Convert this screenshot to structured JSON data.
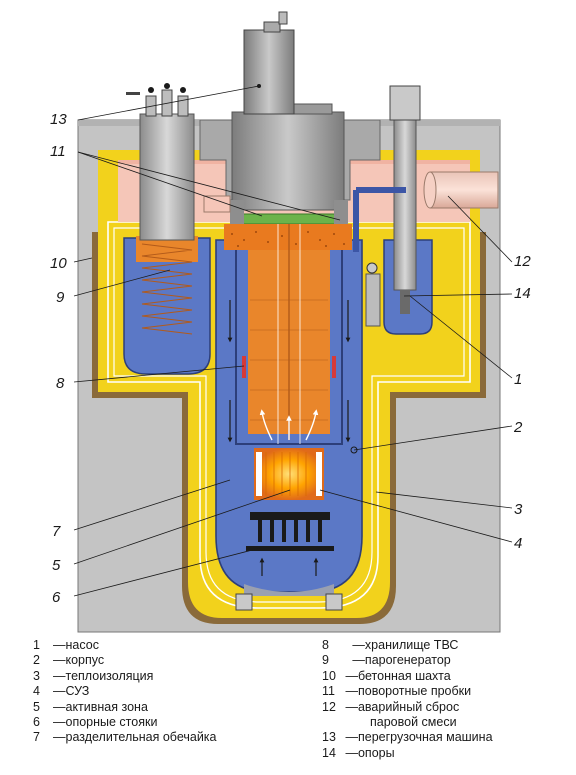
{
  "callouts": {
    "c1": "1",
    "c2": "2",
    "c3": "3",
    "c4": "4",
    "c5": "5",
    "c6": "6",
    "c7": "7",
    "c8": "8",
    "c9": "9",
    "c10": "10",
    "c11": "11",
    "c12": "12",
    "c13": "13",
    "c14": "14"
  },
  "legend": {
    "left": [
      {
        "num": "1",
        "text": "насос"
      },
      {
        "num": "2",
        "text": "корпус"
      },
      {
        "num": "3",
        "text": "теплоизоляция"
      },
      {
        "num": "4",
        "text": "СУЗ"
      },
      {
        "num": "5",
        "text": "активная зона"
      },
      {
        "num": "6",
        "text": "опорные стояки"
      },
      {
        "num": "7",
        "text": "разделительная обечайка"
      }
    ],
    "right": [
      {
        "num": "8",
        "text": "хранилище ТВС"
      },
      {
        "num": "9",
        "text": "парогенератор"
      },
      {
        "num": "10",
        "text": "бетонная шахта"
      },
      {
        "num": "11",
        "text": "поворотные пробки"
      },
      {
        "num": "12",
        "text": "аварийный сброс",
        "text2": "паровой смеси"
      },
      {
        "num": "13",
        "text": "перегрузочная машина"
      },
      {
        "num": "14",
        "text": "опоры"
      }
    ]
  },
  "colors": {
    "concrete": "#c4c4c4",
    "concrete_dark": "#9a9a9a",
    "brown_liner": "#8a6a3a",
    "insulation": "#f2d21c",
    "vessel_wall": "#f5ead0",
    "coolant_blue": "#5b78c6",
    "coolant_dark": "#3c56a6",
    "hot_orange": "#e9862b",
    "core_glow": "#ffb000",
    "gas_pink": "#f5c6b8",
    "plug_gray": "#a6a6a6",
    "green_seal": "#6cb34a"
  }
}
